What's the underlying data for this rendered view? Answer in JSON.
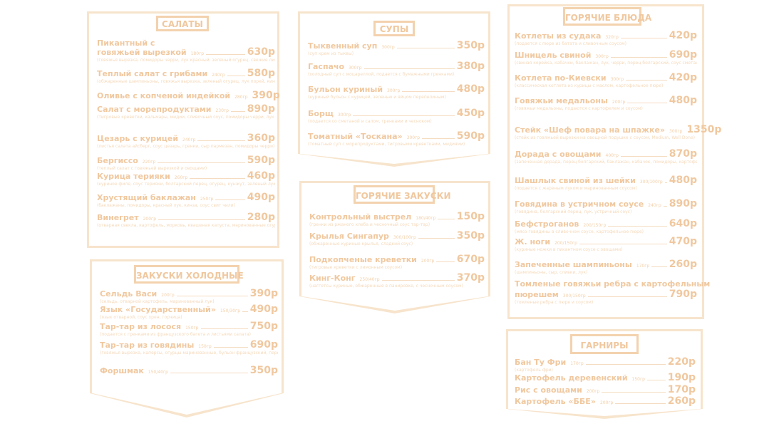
{
  "sections": [
    {
      "title": "САЛАТЫ",
      "items": [
        {
          "name": "Пикантный с",
          "weight": "",
          "price": "",
          "desc": ""
        },
        {
          "name": "говяжьей вырезкой",
          "weight": "180гр",
          "price": "630р",
          "desc": "(говяжья вырезка, помидоры черри, лук красный, зеленый огурец, свежие листья салата, фирменный соус, кунжут, чесночный соус)"
        },
        {
          "name": "Теплый салат с грибами",
          "weight": "240гр",
          "price": "580р",
          "desc": "(обжаренные шампиньоны, говяжья вырезка, зеленый огурец, лук порей, кинза, чесночный соус, кунжут)"
        },
        {
          "name": "Оливье с копченой индейкой",
          "weight": "280гр",
          "price": "390р",
          "desc": ""
        },
        {
          "name": "Салат с морепродуктами",
          "weight": "230гр",
          "price": "890р",
          "desc": "(тигровые креветки, кальмары, мидии, сливочный соус, помидоры черри, лук порей, зеленый салат)"
        },
        {
          "name": "Цезарь с курицей",
          "weight": "240гр",
          "price": "360р",
          "desc": "(листья салата айсберг, соус цезарь, гренки, сыр пармезан, помидоры черри)"
        },
        {
          "name": "Бергиссо",
          "weight": "220гр",
          "price": "590р",
          "desc": "(теплый салат с говяжьей вырезкой и овощами)"
        },
        {
          "name": "Курица терияки",
          "weight": "260гр",
          "price": "460р",
          "desc": "(куриное филе, соус терияки, болгарский перец, огурец, кунжут, зеленый лук)"
        },
        {
          "name": "Хрустящий баклажан",
          "weight": "250гр",
          "price": "490р",
          "desc": "(баклажаны, помидоры, красный лук, кинза, соус свит чили)"
        },
        {
          "name": "Винегрет",
          "weight": "200гр",
          "price": "280р",
          "desc": "(отварная свекла, картофель, морковь, квашеная капуста, маринованные огурцы, растительное масло)"
        }
      ]
    },
    {
      "title": "ЗАКУСКИ ХОЛОДНЫЕ",
      "items": [
        {
          "name": "Сельдь Васи",
          "weight": "200гр",
          "price": "390р",
          "desc": "(сельдь, отварной картофель, маринованный лук)"
        },
        {
          "name": "Язык «Государственный»",
          "weight": "150/30гр",
          "price": "490р",
          "desc": "(язык отварной, соус хрен, горчица)"
        },
        {
          "name": "Тар-тар из лосося",
          "weight": "150гр",
          "price": "750р",
          "desc": "(подается с гренками из французского багета и листьями салата)"
        },
        {
          "name": "Тар-тар из говядины",
          "weight": "150гр",
          "price": "690р",
          "desc": "(говяжья вырезка, каперсы, огурцы маринованные, бульон французский, перепелиный яйцо, красный лук, соус пармезан)"
        },
        {
          "name": "Форшмак",
          "weight": "150/40гр",
          "price": "350р",
          "desc": ""
        }
      ]
    },
    {
      "title": "СУПЫ",
      "items": [
        {
          "name": "Тыквенный суп",
          "weight": "300гр",
          "price": "350р",
          "desc": "(суп крем из тыквы)"
        },
        {
          "name": "Гаспачо",
          "weight": "300гр",
          "price": "380р",
          "desc": "(холодный суп с моцареллой, подается с бумажными гренками)"
        },
        {
          "name": "Бульон куриный",
          "weight": "300гр",
          "price": "480р",
          "desc": "(куриный бульон с курицей, зеленью и яйцом перепелиным)"
        },
        {
          "name": "Борщ",
          "weight": "300гр",
          "price": "450р",
          "desc": "(подается со сметаной и салом, гренками и чесноком)"
        },
        {
          "name": "Томатный «Тоскана»",
          "weight": "300гр",
          "price": "590р",
          "desc": "(томатный суп с морепродуктами, тигровыми креветками, мидиями)"
        }
      ]
    },
    {
      "title": "ГОРЯЧИЕ ЗАКУСКИ",
      "items": [
        {
          "name": "Контрольный выстрел",
          "weight": "180/40гр",
          "price": "150р",
          "desc": "(гренки из ржаного хлеба и чесночный соус тар-тар)"
        },
        {
          "name": "Крылья Сингапур",
          "weight": "300/100гр",
          "price": "350р",
          "desc": "(обжаренные куриные крылья, сладкий соус)"
        },
        {
          "name": "Подкопченые креветки",
          "weight": "200гр",
          "price": "670р",
          "desc": "(тигровые креветки с лимонным соусом)"
        },
        {
          "name": "Кинг-Конг",
          "weight": "250/40гр",
          "price": "370р",
          "desc": "(наггетсы куриные, обжаренные в панировке, с чесночным соусом)"
        }
      ]
    },
    {
      "title": "ГОРЯЧИЕ БЛЮДА",
      "items": [
        {
          "name": "Котлеты из судака",
          "weight": "320гр",
          "price": "420р",
          "desc": "(подается с пюре из батата и сливочным соусом)"
        },
        {
          "name": "Шницель свиной",
          "weight": "300гр",
          "price": "690р",
          "desc": "(свиная корейка, кабачки, баклажан, лук, черри, перец болгарский, соус сметанный, чеснок)"
        },
        {
          "name": "Котлета по-Киевски",
          "weight": "300гр",
          "price": "420р",
          "desc": "(классическая котлета из курицы с маслом, картофельное пюре)"
        },
        {
          "name": "Говяжьи медальоны",
          "weight": "200гр",
          "price": "480р",
          "desc": "(говяжьи медальоны, подаются с картофелем и соусом)"
        },
        {
          "name": "Стейк «Шеф повара на шпажке»",
          "weight": "300гр",
          "price": "1350р",
          "desc": "(стейк из говяжьей вырезки на овощной подушке с соусом, Medium, Well Done)"
        },
        {
          "name": "Дорада с овощами",
          "weight": "400гр",
          "price": "870р",
          "desc": "(запеченная дорада, перец болгарский, баклажан, кабачок, помидоры, картофель, сливочный соус)"
        },
        {
          "name": "Шашлык свиной из шейки",
          "weight": "300/100гр",
          "price": "480р",
          "desc": "(подается с жареным луком и маринованным соусом)"
        },
        {
          "name": "Говядина в устричном соусе",
          "weight": "240гр",
          "price": "890р",
          "desc": "(говядина, болгарский перец, лук, устричный соус)"
        },
        {
          "name": "Бефстроганов",
          "weight": "200/150гр",
          "price": "640р",
          "desc": "(мясо говядины в сливочном соусе, картофельное пюре)"
        },
        {
          "name": "Ж. ноги",
          "weight": "200/150гр",
          "price": "470р",
          "desc": "(куриные ножки в пикантном соусе с овощами)"
        },
        {
          "name": "Запеченные шампиньоны",
          "weight": "170гр",
          "price": "260р",
          "desc": "(шампиньоны, сыр, сливки, лук)"
        },
        {
          "name": "Томленые говяжьи ребра с картофельным",
          "weight": "",
          "price": "",
          "desc": ""
        },
        {
          "name": "пюрешем",
          "weight": "300/150гр",
          "price": "790р",
          "desc": "(томленые ребра с пюре и соусом)"
        }
      ]
    },
    {
      "title": "ГАРНИРЫ",
      "items": [
        {
          "name": "Бан Ту Фри",
          "weight": "170гр",
          "price": "220р",
          "desc": "(картофель фри)"
        },
        {
          "name": "Картофель деревенский",
          "weight": "150гр",
          "price": "190р",
          "desc": ""
        },
        {
          "name": "Рис с овощами",
          "weight": "200гр",
          "price": "170р",
          "desc": ""
        },
        {
          "name": "Картофель «ББЕ»",
          "weight": "200гр",
          "price": "260р",
          "desc": ""
        }
      ]
    }
  ]
}
